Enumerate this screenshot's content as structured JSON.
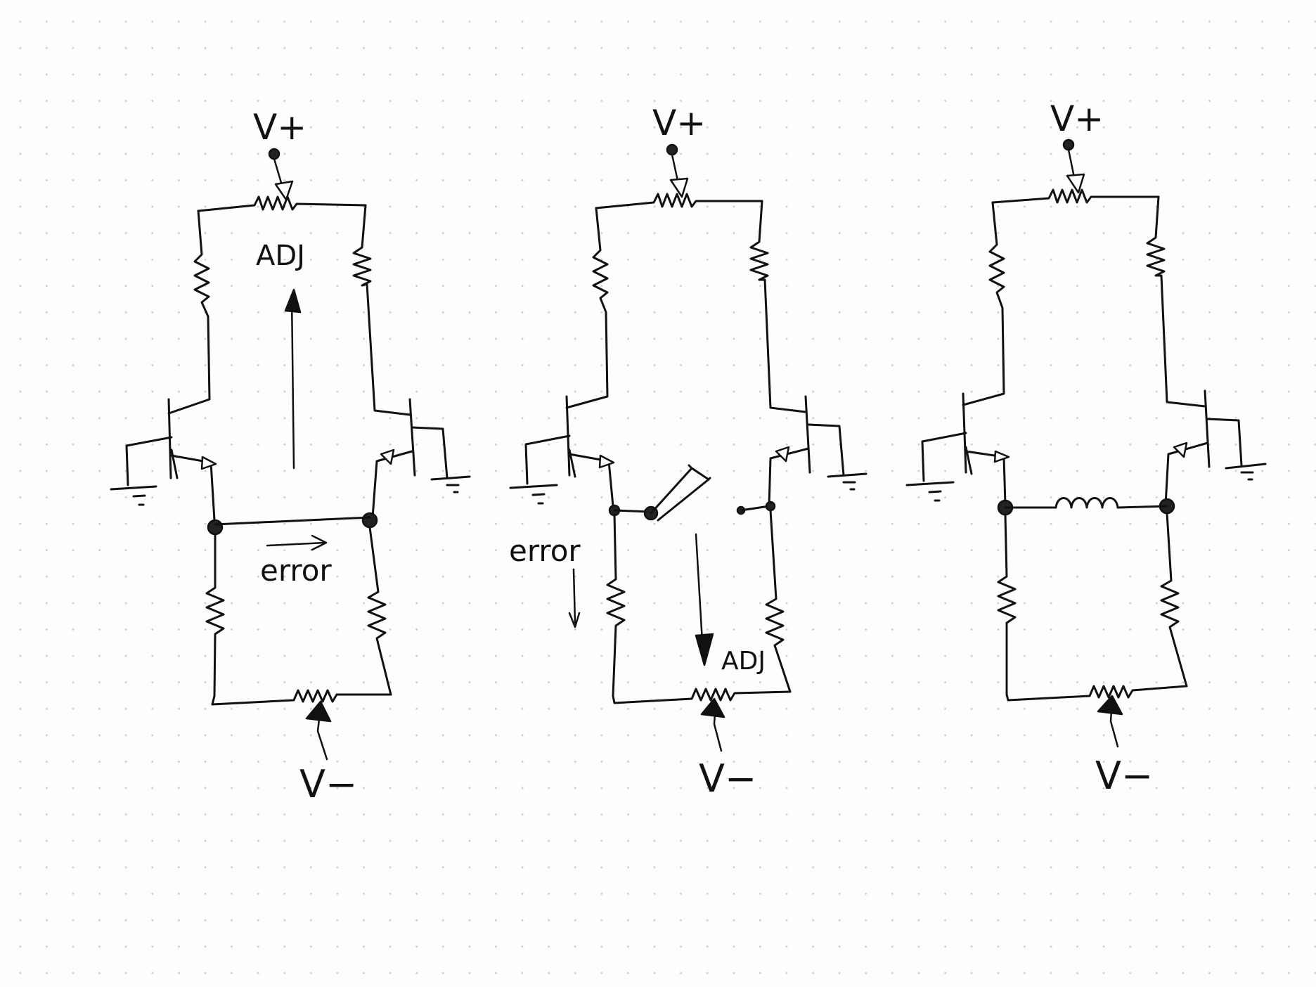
{
  "labels": {
    "vplus": "V+",
    "vminus": "V−",
    "adj": "ADJ",
    "error": "error"
  },
  "panels": [
    {
      "id": "panel-1",
      "bridge": "wire",
      "error_label": "error",
      "adj_label": "ADJ"
    },
    {
      "id": "panel-2",
      "bridge": "open-switch",
      "error_label": "error",
      "adj_label": "ADJ"
    },
    {
      "id": "panel-3",
      "bridge": "inductor"
    }
  ]
}
